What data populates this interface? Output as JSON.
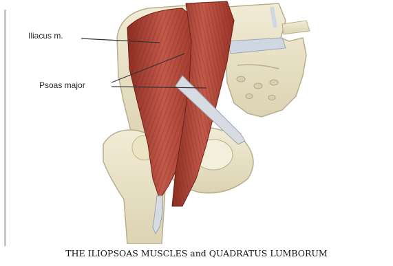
{
  "figure": {
    "labels": {
      "iliacus": "Iliacus m.",
      "psoas": "Psoas major"
    },
    "caption": "THE ILIOPSOAS MUSCLES and QUADRATUS LUMBORUM"
  },
  "colors": {
    "bone": "#ece5cc",
    "bone_shadow": "#cfc6a4",
    "muscle": "#b4483a",
    "muscle_dark": "#8c2e24",
    "tendon": "#d7dbe2",
    "disc": "#cfd8e2",
    "leader_line": "#333333"
  }
}
